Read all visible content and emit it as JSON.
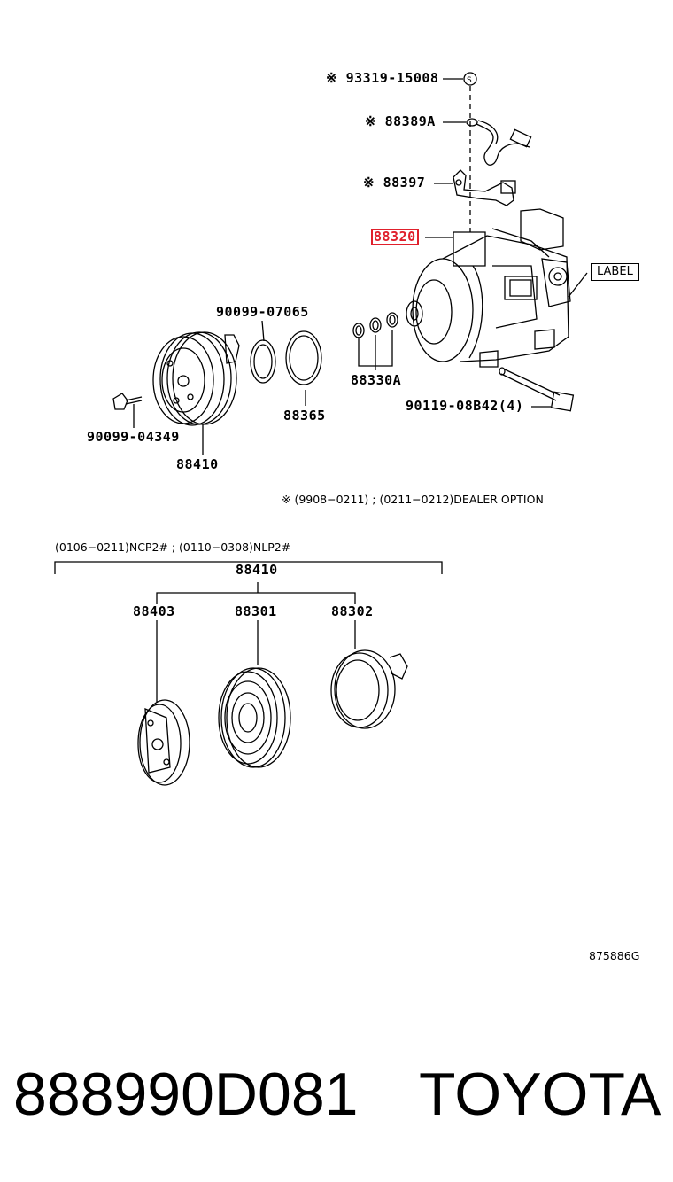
{
  "callouts": {
    "p93319": "※ 93319-15008",
    "p88389a": "※ 88389A",
    "p88397": "※ 88397",
    "p88320": "88320",
    "label_tag": "LABEL",
    "p90099_07065": "90099-07065",
    "p88330a": "88330A",
    "p90119": "90119-08B42(4)",
    "p88365": "88365",
    "p90099_04349": "90099-04349",
    "p88410_top": "88410",
    "dealer_note": "※ (9908−0211) ; (0211−0212)DEALER OPTION",
    "kit_note": "(0106−0211)NCP2# ; (0110−0308)NLP2#",
    "p88410_kit": "88410",
    "p88403": "88403",
    "p88301": "88301",
    "p88302": "88302"
  },
  "illustration_code": "875886G",
  "footer": {
    "part_number": "888990D081",
    "brand": "TOYOTA"
  },
  "colors": {
    "highlight": "#e0202c",
    "line": "#000000",
    "background": "#ffffff"
  }
}
